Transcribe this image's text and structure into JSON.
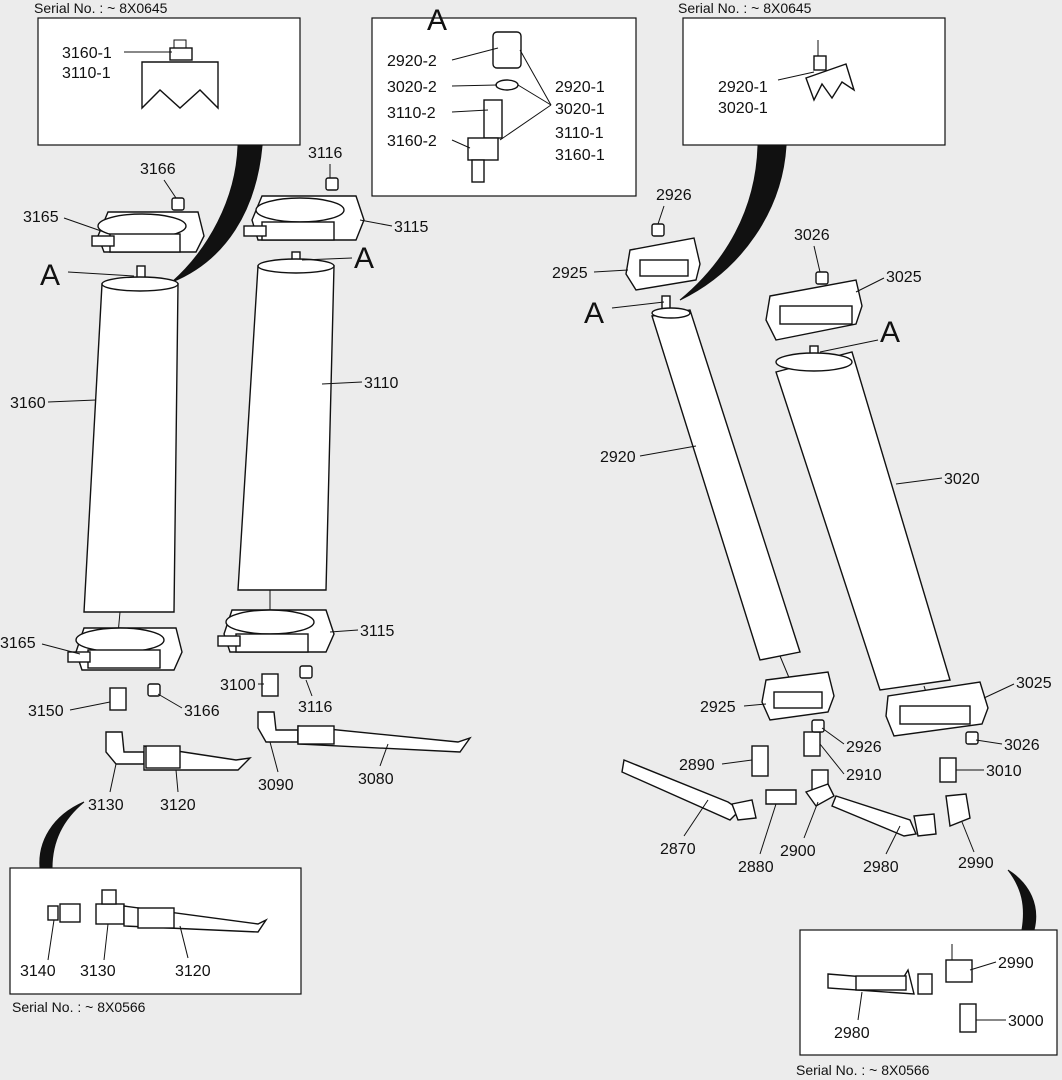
{
  "serial_upper": "Serial No. : ~ 8X0645",
  "serial_lower": "Serial No. : ~ 8X0566",
  "detail_letter": "A",
  "labels": {
    "l3160_1": "3160-1",
    "l3110_1": "3110-1",
    "l2920_2": "2920-2",
    "l3020_2": "3020-2",
    "l3110_2": "3110-2",
    "l3160_2": "3160-2",
    "l2920_1": "2920-1",
    "l3020_1": "3020-1",
    "l3110_1b": "3110-1",
    "l3160_1b": "3160-1",
    "r2920_1": "2920-1",
    "r3020_1": "3020-1",
    "l3166a": "3166",
    "l3116a": "3116",
    "l3165a": "3165",
    "l3115a": "3115",
    "l3160": "3160",
    "l3110": "3110",
    "l3165b": "3165",
    "l3115b": "3115",
    "l3100": "3100",
    "l3150": "3150",
    "l3166b": "3166",
    "l3116b": "3116",
    "l3090": "3090",
    "l3080": "3080",
    "l3130": "3130",
    "l3120": "3120",
    "l3140": "3140",
    "l3130b": "3130",
    "l3120b": "3120",
    "l2926a": "2926",
    "l2925a": "2925",
    "l3026a": "3026",
    "l3025a": "3025",
    "l2920": "2920",
    "l3020": "3020",
    "l2925b": "2925",
    "l2926b": "2926",
    "l3025b": "3025",
    "l3026b": "3026",
    "l2890": "2890",
    "l2910": "2910",
    "l3010": "3010",
    "l2870": "2870",
    "l2880": "2880",
    "l2900": "2900",
    "l2980": "2980",
    "l2990": "2990",
    "l2990b": "2990",
    "l3000": "3000",
    "l2980b": "2980"
  }
}
